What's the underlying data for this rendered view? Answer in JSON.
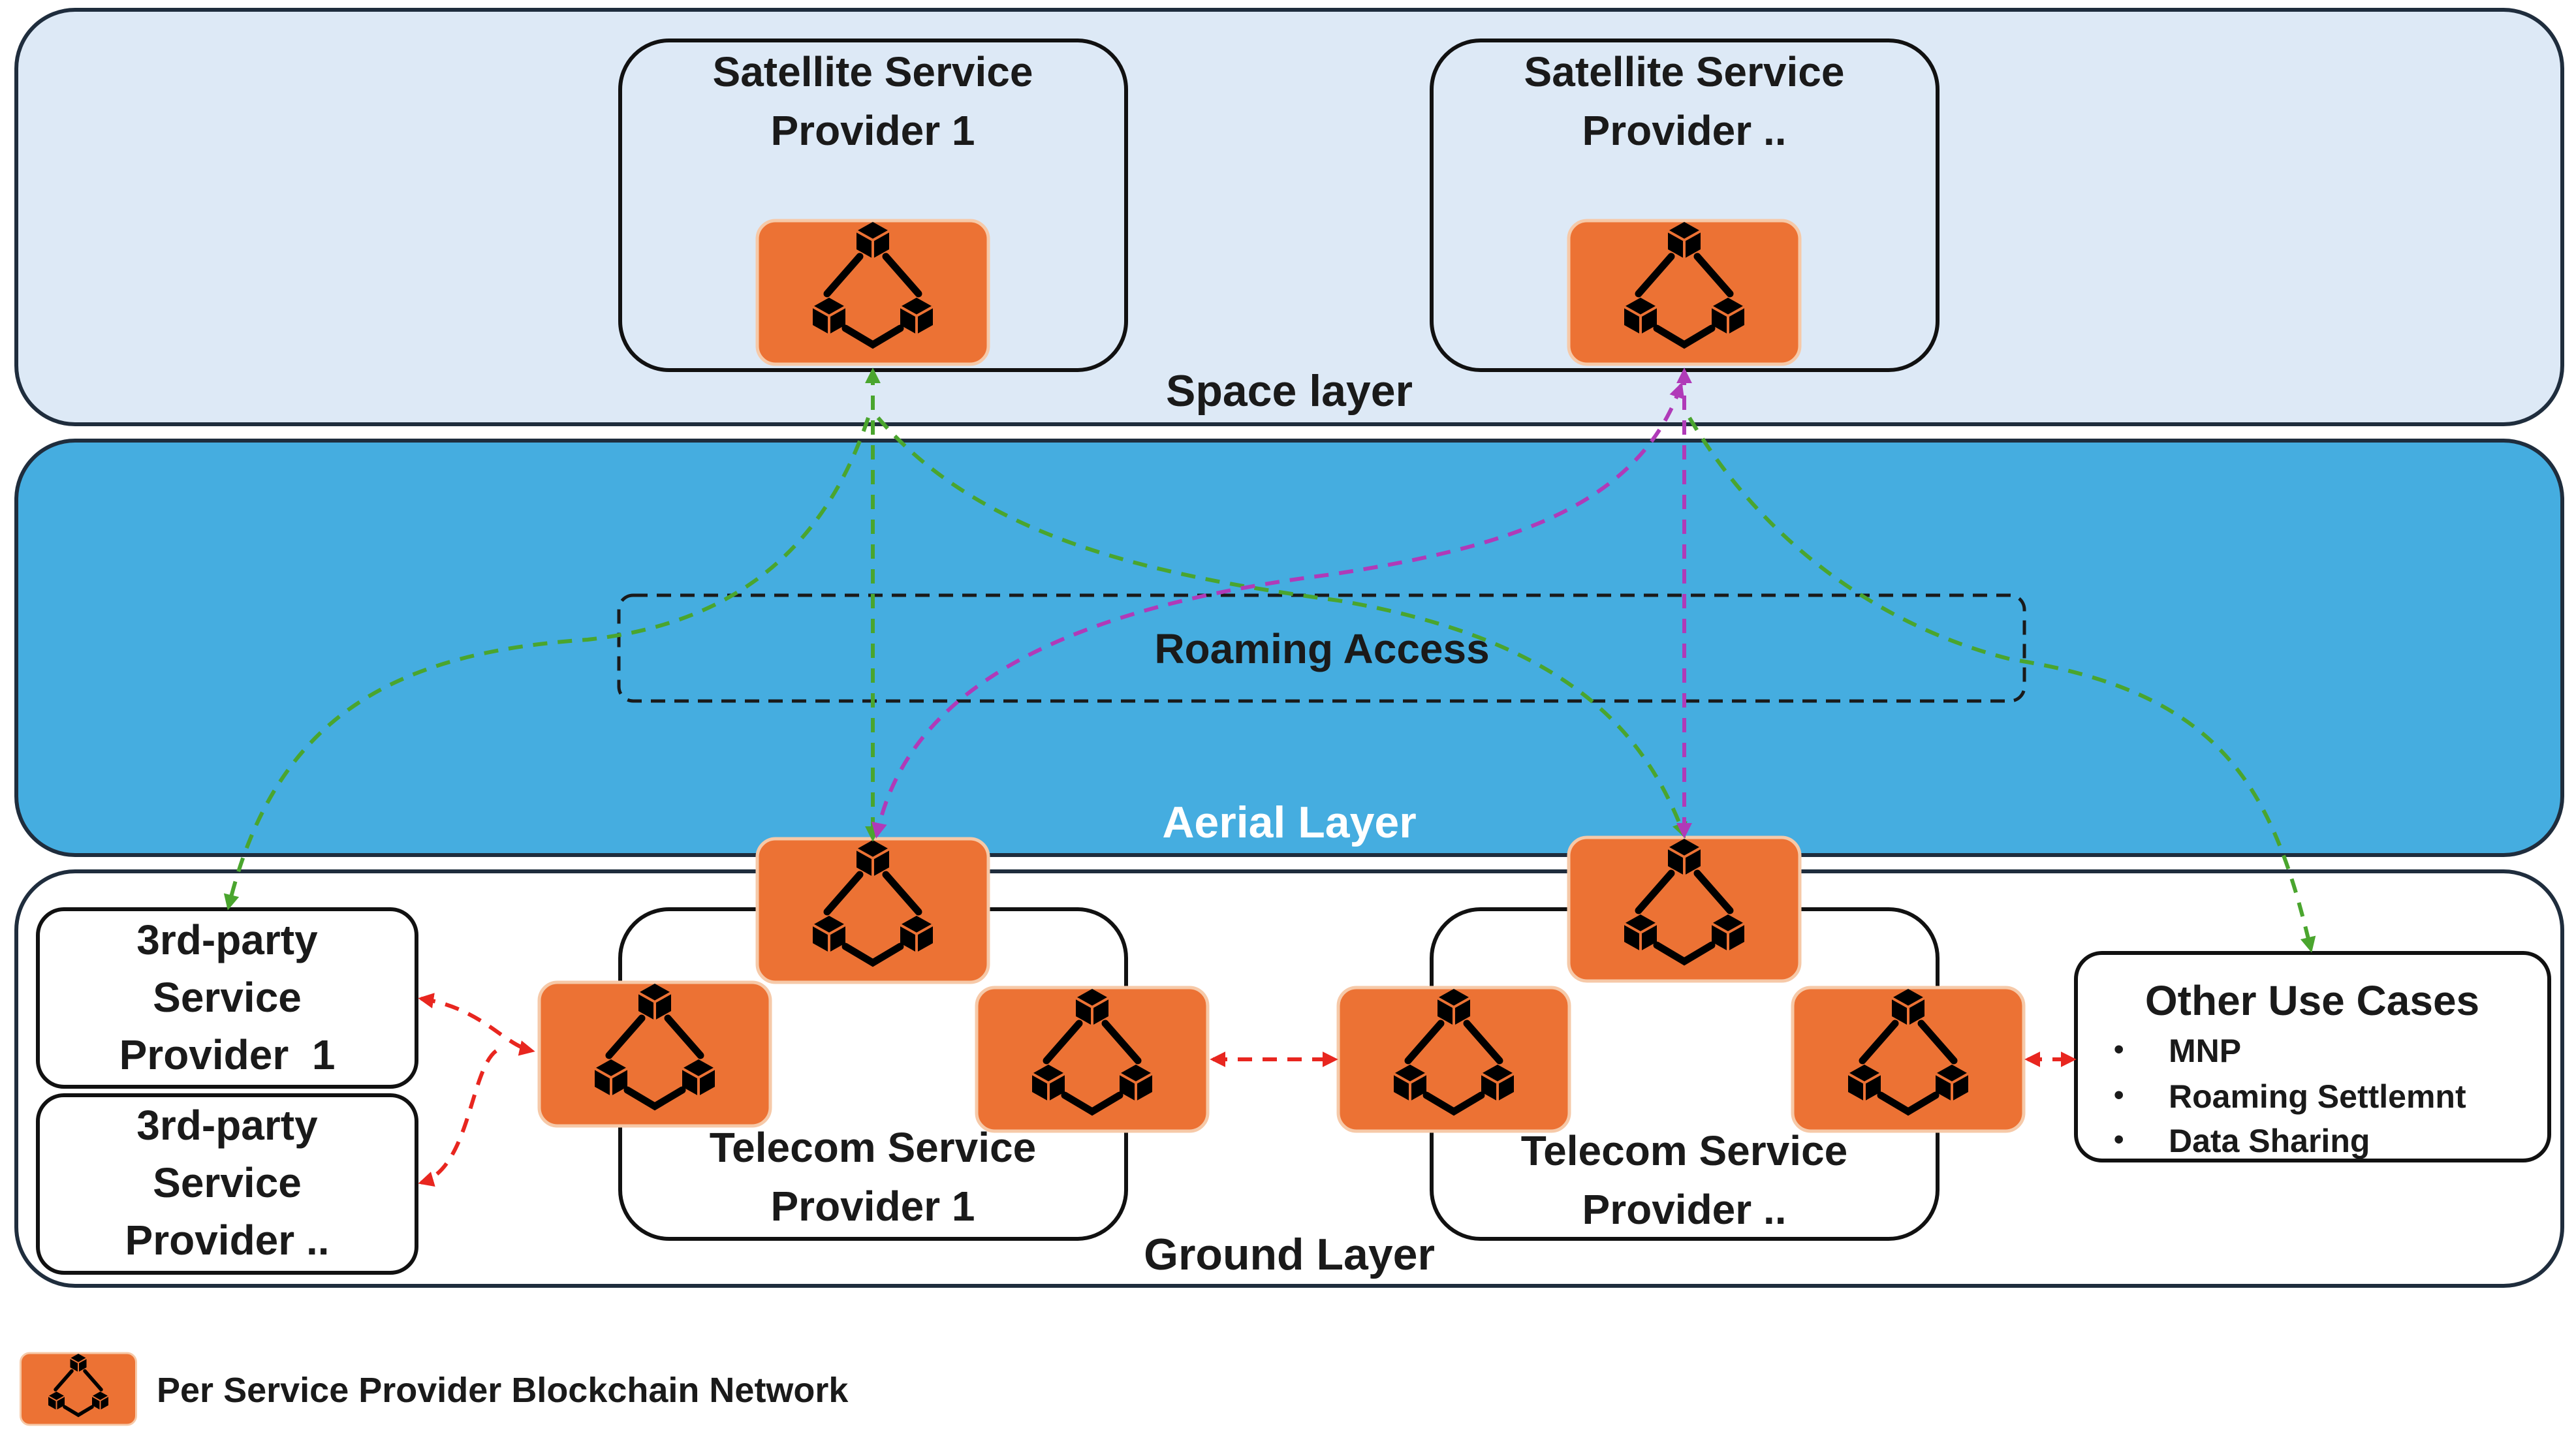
{
  "layers": {
    "space": "Space layer",
    "aerial": "Aerial Layer",
    "ground": "Ground Layer"
  },
  "satellite_providers": [
    {
      "line1": "Satellite Service",
      "line2": "Provider 1"
    },
    {
      "line1": "Satellite Service",
      "line2": "Provider .."
    }
  ],
  "telecom_providers": [
    {
      "line1": "Telecom Service",
      "line2": "Provider 1"
    },
    {
      "line1": "Telecom Service",
      "line2": "Provider .."
    }
  ],
  "third_party_providers": [
    {
      "line1": "3rd-party",
      "line2": "Service",
      "line3": "Provider  1"
    },
    {
      "line1": "3rd-party",
      "line2": "Service",
      "line3": "Provider .."
    }
  ],
  "roaming_access": "Roaming Access",
  "other_use_cases": {
    "title": "Other Use Cases",
    "items": [
      "MNP",
      "Roaming Settlemnt",
      "Data Sharing"
    ],
    "bullet": "•"
  },
  "legend": {
    "label": "Per Service Provider Blockchain Network"
  },
  "colors": {
    "space_fill": "#dde9f6",
    "aerial_fill": "#45ade0",
    "node_fill": "#ec7234",
    "green_link": "#4aa52e",
    "magenta_link": "#b03ab8",
    "red_link": "#e8261f"
  },
  "icons": {
    "blockchain": "blockchain-network-icon"
  }
}
